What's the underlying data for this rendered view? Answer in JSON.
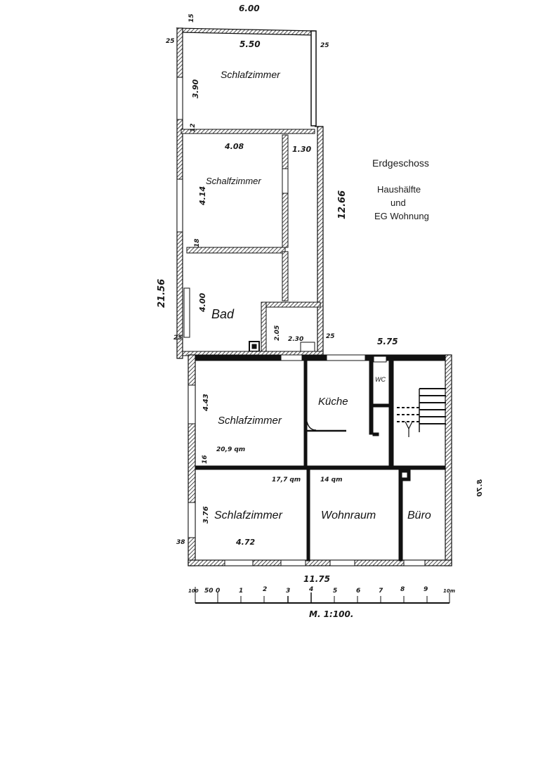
{
  "title": {
    "floor": "Erdgeschoss",
    "line2": "Haushälfte",
    "line3": "und",
    "line4": "EG Wohnung"
  },
  "rooms": [
    {
      "id": "schlafzimmer-top",
      "label": "Schlafzimmer"
    },
    {
      "id": "schlafzimmer-2",
      "label": "Schalfzimmer"
    },
    {
      "id": "bad",
      "label": "Bad"
    },
    {
      "id": "schlafzimmer-mid",
      "label": "Schlafzimmer"
    },
    {
      "id": "kueche",
      "label": "Küche"
    },
    {
      "id": "wc",
      "label": "WC"
    },
    {
      "id": "schlafzimmer-bottom",
      "label": "Schlafzimmer"
    },
    {
      "id": "wohnraum",
      "label": "Wohnraum"
    },
    {
      "id": "buero",
      "label": "Büro"
    }
  ],
  "dimensions": {
    "overall_top_width": "6.00",
    "top_room_width": "5.50",
    "top_room_depth": "3.90",
    "wall_left_top": "25",
    "wall_right_top": "25",
    "wall_top": "15",
    "wall_inner_1": "12",
    "room2_width": "4.08",
    "corridor_width": "1.30",
    "room2_depth": "4.14",
    "wall_inner_2": "18",
    "bad_depth": "4.00",
    "small_room_depth": "2.05",
    "small_room_width": "2.30",
    "wall_left_bad": "25",
    "wall_right_bad": "25",
    "wing_height": "12.66",
    "total_length": "21.56",
    "annex_width": "5.75",
    "mid_room_depth": "4.43",
    "mid_room_area": "20,9 qm",
    "wall_mid": "16",
    "bottom_room_area_1": "17,7 qm",
    "bottom_room_area_2": "14 qm",
    "bottom_room_depth": "3.76",
    "bottom_room_width": "4.72",
    "wall_left_bottom": "38",
    "annex_depth": "8.70",
    "overall_bottom_width": "11.75"
  },
  "scale_bar": {
    "ticks": [
      "100",
      "50",
      "0",
      "1",
      "2",
      "3",
      "4",
      "5",
      "6",
      "7",
      "8",
      "9",
      "10m"
    ],
    "caption": "M. 1:100."
  },
  "colors": {
    "ink": "#111111",
    "paper": "#ffffff",
    "hatch": "#333333"
  }
}
